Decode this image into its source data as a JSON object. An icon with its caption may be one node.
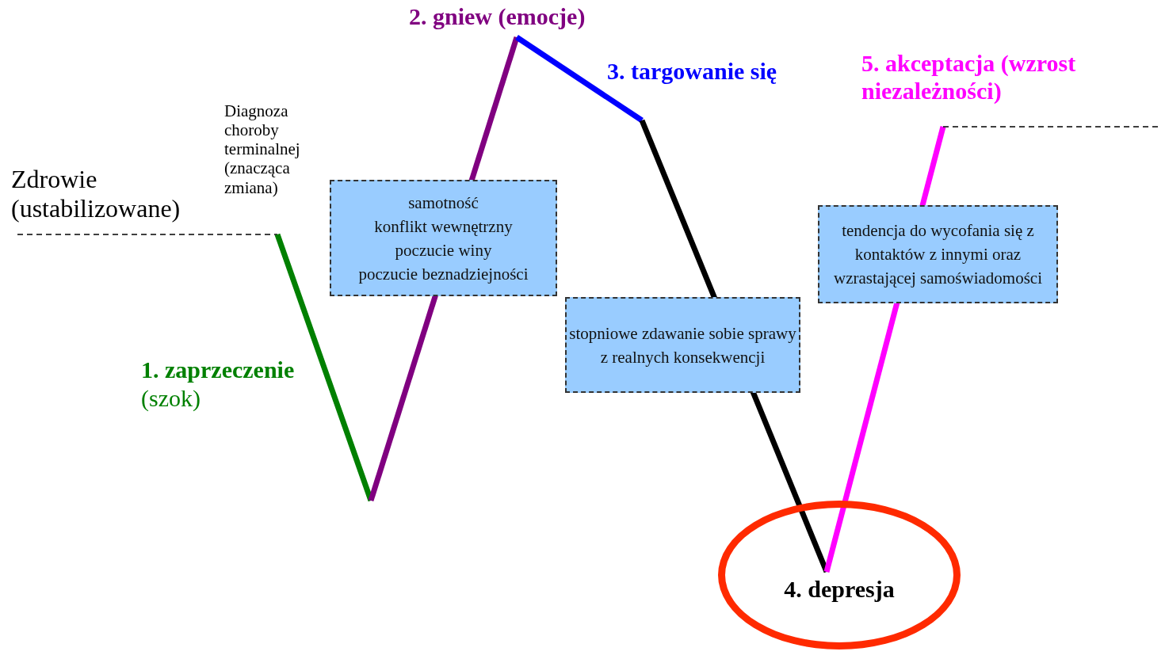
{
  "diagram": {
    "nodes": [
      {
        "text": [
          "samotność",
          "konflikt wewnętrzny",
          "poczucie winy",
          "poczucie beznadziejności"
        ]
      },
      {
        "text": [
          "stopniowe zdawanie sobie sprawy z realnych konsekwencji"
        ]
      },
      {
        "text": [
          "tendencja do wycofania się z kontaktów z innymi oraz wzrastającej samoświadomości"
        ]
      },
      {
        "text": [
          "4. depresja"
        ]
      }
    ],
    "edges": [],
    "labels": [
      "Zdrowie (ustabilizowane)",
      "Diagnoza choroby terminalnej (znacząca zmiana)",
      "1. zaprzeczenie",
      "(szok)",
      "2. gniew (emocje)",
      "3. targowanie się",
      "5. akceptacja (wzrost niezależności)"
    ]
  }
}
